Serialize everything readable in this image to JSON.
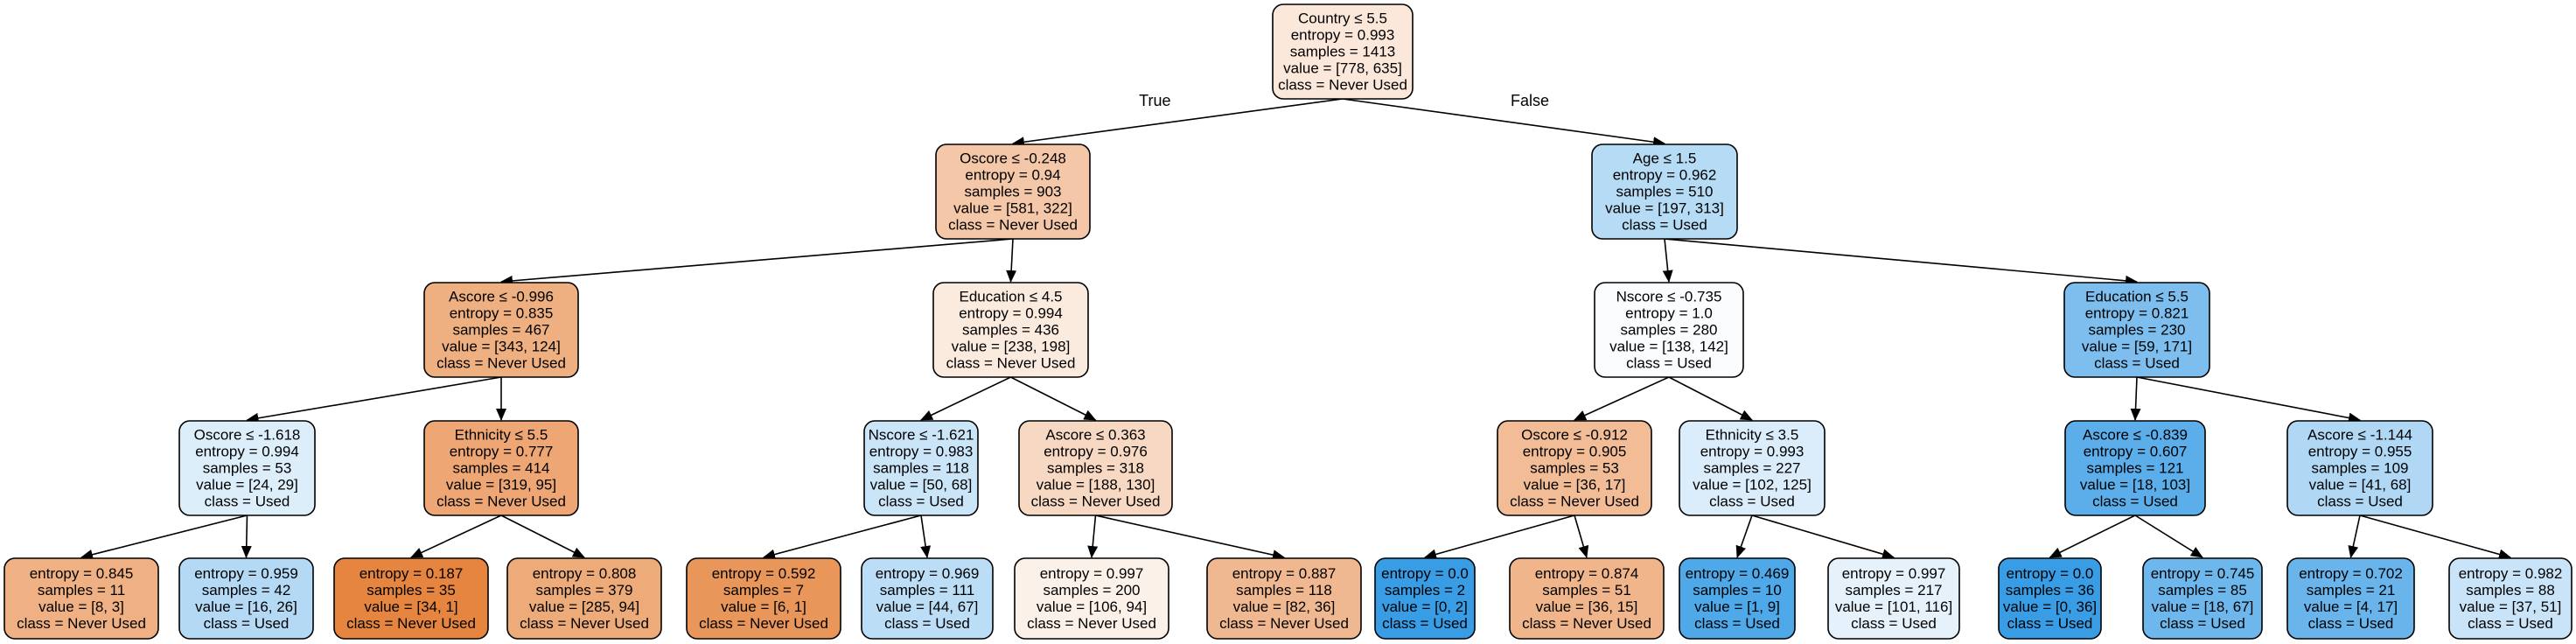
{
  "tree": {
    "nodes": [
      {
        "id": "root",
        "lines": [
          "Country ≤ 5.5",
          "entropy = 0.993",
          "samples = 1413",
          "value = [778, 635]",
          "class = Never Used"
        ],
        "fill": "#fce8db"
      },
      {
        "id": "n1",
        "lines": [
          "Oscore ≤ -0.248",
          "entropy = 0.94",
          "samples = 903",
          "value = [581, 322]",
          "class = Never Used"
        ],
        "fill": "#f3c7a7"
      },
      {
        "id": "n2",
        "lines": [
          "Age ≤ 1.5",
          "entropy = 0.962",
          "samples = 510",
          "value = [197, 313]",
          "class = Used"
        ],
        "fill": "#b6dbf5"
      },
      {
        "id": "n3",
        "lines": [
          "Ascore ≤ -0.996",
          "entropy = 0.835",
          "samples = 467",
          "value = [343, 124]",
          "class = Never Used"
        ],
        "fill": "#eeaf81"
      },
      {
        "id": "n4",
        "lines": [
          "Education ≤ 4.5",
          "entropy = 0.994",
          "samples = 436",
          "value = [238, 198]",
          "class = Never Used"
        ],
        "fill": "#fbeade"
      },
      {
        "id": "n5",
        "lines": [
          "Nscore ≤ -0.735",
          "entropy = 1.0",
          "samples = 280",
          "value = [138, 142]",
          "class = Used"
        ],
        "fill": "#fafcfe"
      },
      {
        "id": "n6",
        "lines": [
          "Education ≤ 5.5",
          "entropy = 0.821",
          "samples = 230",
          "value = [59, 171]",
          "class = Used"
        ],
        "fill": "#7dbeee"
      },
      {
        "id": "n7",
        "lines": [
          "Oscore ≤ -1.618",
          "entropy = 0.994",
          "samples = 53",
          "value = [24, 29]",
          "class = Used"
        ],
        "fill": "#ddeefb"
      },
      {
        "id": "n8",
        "lines": [
          "Ethnicity ≤ 5.5",
          "entropy = 0.777",
          "samples = 414",
          "value = [319, 95]",
          "class = Never Used"
        ],
        "fill": "#eda674"
      },
      {
        "id": "n9",
        "lines": [
          "Nscore ≤ -1.621",
          "entropy = 0.983",
          "samples = 118",
          "value = [50, 68]",
          "class = Used"
        ],
        "fill": "#cbe5f8"
      },
      {
        "id": "n10",
        "lines": [
          "Ascore ≤ 0.363",
          "entropy = 0.976",
          "samples = 318",
          "value = [188, 130]",
          "class = Never Used"
        ],
        "fill": "#f7d8c2"
      },
      {
        "id": "n11",
        "lines": [
          "Oscore ≤ -0.912",
          "entropy = 0.905",
          "samples = 53",
          "value = [36, 17]",
          "class = Never Used"
        ],
        "fill": "#f1bc96"
      },
      {
        "id": "n12",
        "lines": [
          "Ethnicity ≤ 3.5",
          "entropy = 0.993",
          "samples = 227",
          "value = [102, 125]",
          "class = Used"
        ],
        "fill": "#dbedfa"
      },
      {
        "id": "n13",
        "lines": [
          "Ascore ≤ -0.839",
          "entropy = 0.607",
          "samples = 121",
          "value = [18, 103]",
          "class = Used"
        ],
        "fill": "#5caeea"
      },
      {
        "id": "n14",
        "lines": [
          "Ascore ≤ -1.144",
          "entropy = 0.955",
          "samples = 109",
          "value = [41, 68]",
          "class = Used"
        ],
        "fill": "#b0d8f5"
      },
      {
        "id": "l1",
        "lines": [
          "entropy = 0.845",
          "samples = 11",
          "value = [8, 3]",
          "class = Never Used"
        ],
        "fill": "#efb083"
      },
      {
        "id": "l2",
        "lines": [
          "entropy = 0.959",
          "samples = 42",
          "value = [16, 26]",
          "class = Used"
        ],
        "fill": "#b3d9f5"
      },
      {
        "id": "l3",
        "lines": [
          "entropy = 0.187",
          "samples = 35",
          "value = [34, 1]",
          "class = Never Used"
        ],
        "fill": "#e6853f"
      },
      {
        "id": "l4",
        "lines": [
          "entropy = 0.808",
          "samples = 379",
          "value = [285, 94]",
          "class = Never Used"
        ],
        "fill": "#eeab7a"
      },
      {
        "id": "l5",
        "lines": [
          "entropy = 0.592",
          "samples = 7",
          "value = [6, 1]",
          "class = Never Used"
        ],
        "fill": "#e9965a"
      },
      {
        "id": "l6",
        "lines": [
          "entropy = 0.969",
          "samples = 111",
          "value = [44, 67]",
          "class = Used"
        ],
        "fill": "#bbddf6"
      },
      {
        "id": "l7",
        "lines": [
          "entropy = 0.997",
          "samples = 200",
          "value = [106, 94]",
          "class = Never Used"
        ],
        "fill": "#fcf1e9"
      },
      {
        "id": "l8",
        "lines": [
          "entropy = 0.887",
          "samples = 118",
          "value = [82, 36]",
          "class = Never Used"
        ],
        "fill": "#f0b890"
      },
      {
        "id": "l9",
        "lines": [
          "entropy = 0.0",
          "samples = 2",
          "value = [0, 2]",
          "class = Used"
        ],
        "fill": "#399de5"
      },
      {
        "id": "l10",
        "lines": [
          "entropy = 0.874",
          "samples = 51",
          "value = [36, 15]",
          "class = Never Used"
        ],
        "fill": "#f0b58b"
      },
      {
        "id": "l11",
        "lines": [
          "entropy = 0.469",
          "samples = 10",
          "value = [1, 9]",
          "class = Used"
        ],
        "fill": "#4fa8e8"
      },
      {
        "id": "l12",
        "lines": [
          "entropy = 0.997",
          "samples = 217",
          "value = [101, 116]",
          "class = Used"
        ],
        "fill": "#e5f2fc"
      },
      {
        "id": "l13",
        "lines": [
          "entropy = 0.0",
          "samples = 36",
          "value = [0, 36]",
          "class = Used"
        ],
        "fill": "#399de5"
      },
      {
        "id": "l14",
        "lines": [
          "entropy = 0.745",
          "samples = 85",
          "value = [18, 67]",
          "class = Used"
        ],
        "fill": "#6eb7ec"
      },
      {
        "id": "l15",
        "lines": [
          "entropy = 0.702",
          "samples = 21",
          "value = [4, 17]",
          "class = Used"
        ],
        "fill": "#68b4eb"
      },
      {
        "id": "l16",
        "lines": [
          "entropy = 0.982",
          "samples = 88",
          "value = [37, 51]",
          "class = Used"
        ],
        "fill": "#c9e4f8"
      }
    ],
    "edges": [
      {
        "from": "root",
        "to": "n1",
        "label": "True"
      },
      {
        "from": "root",
        "to": "n2",
        "label": "False"
      },
      {
        "from": "n1",
        "to": "n3"
      },
      {
        "from": "n1",
        "to": "n4"
      },
      {
        "from": "n2",
        "to": "n5"
      },
      {
        "from": "n2",
        "to": "n6"
      },
      {
        "from": "n3",
        "to": "n7"
      },
      {
        "from": "n3",
        "to": "n8"
      },
      {
        "from": "n4",
        "to": "n9"
      },
      {
        "from": "n4",
        "to": "n10"
      },
      {
        "from": "n5",
        "to": "n11"
      },
      {
        "from": "n5",
        "to": "n12"
      },
      {
        "from": "n6",
        "to": "n13"
      },
      {
        "from": "n6",
        "to": "n14"
      },
      {
        "from": "n7",
        "to": "l1"
      },
      {
        "from": "n7",
        "to": "l2"
      },
      {
        "from": "n8",
        "to": "l3"
      },
      {
        "from": "n8",
        "to": "l4"
      },
      {
        "from": "n9",
        "to": "l5"
      },
      {
        "from": "n9",
        "to": "l6"
      },
      {
        "from": "n10",
        "to": "l7"
      },
      {
        "from": "n10",
        "to": "l8"
      },
      {
        "from": "n11",
        "to": "l9"
      },
      {
        "from": "n11",
        "to": "l10"
      },
      {
        "from": "n12",
        "to": "l11"
      },
      {
        "from": "n12",
        "to": "l12"
      },
      {
        "from": "n13",
        "to": "l13"
      },
      {
        "from": "n13",
        "to": "l14"
      },
      {
        "from": "n14",
        "to": "l15"
      },
      {
        "from": "n14",
        "to": "l16"
      }
    ]
  }
}
